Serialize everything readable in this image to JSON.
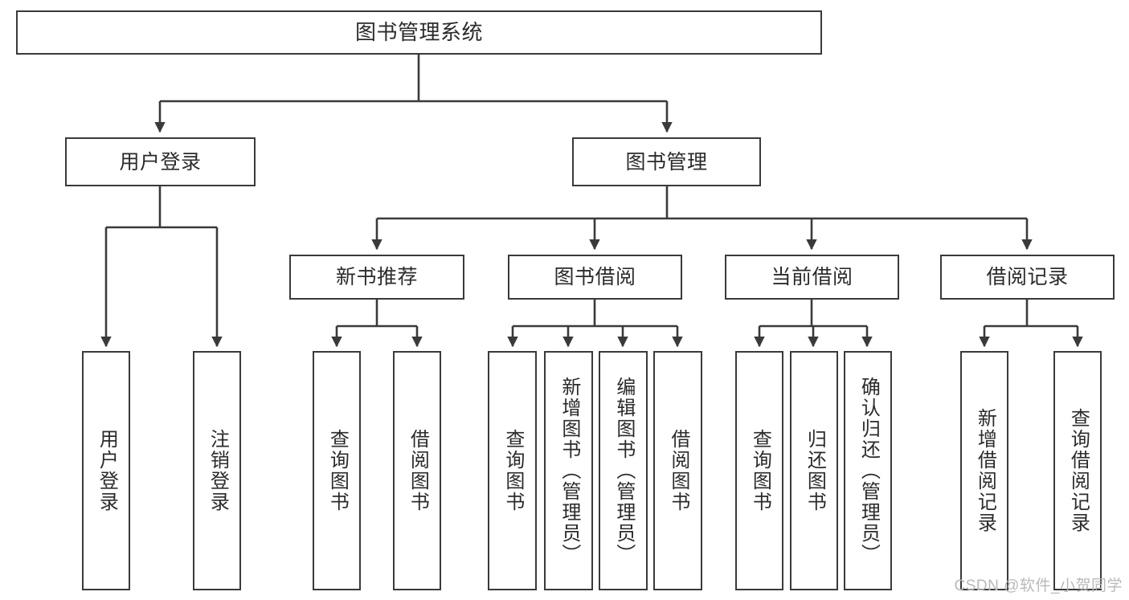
{
  "diagram": {
    "title": "图书管理系统",
    "type": "tree-hierarchy-chart",
    "theme": {
      "stroke": "#3a3a3a",
      "fill": "#ffffff",
      "text": "#2b2b2b",
      "watermark_color": "#b9b9b9"
    },
    "levels": {
      "level1": [
        "图书管理系统"
      ],
      "level2": [
        "用户登录",
        "图书管理"
      ],
      "level3": [
        "新书推荐",
        "图书借阅",
        "当前借阅",
        "借阅记录"
      ],
      "level4": [
        "用户登录",
        "注销登录",
        "查询图书",
        "借阅图书",
        "查询图书",
        "新增图书（管理员）",
        "编辑图书（管理员）",
        "借阅图书",
        "查询图书",
        "归还图书",
        "确认归还（管理员）",
        "新增借阅记录",
        "查询借阅记录"
      ]
    }
  },
  "nodes": {
    "root": {
      "label": "图书管理系统"
    },
    "user_login": {
      "label": "用户登录"
    },
    "book_manage": {
      "label": "图书管理"
    },
    "new_book_rec": {
      "label": "新书推荐"
    },
    "book_borrow": {
      "label": "图书借阅"
    },
    "current_borrow": {
      "label": "当前借阅"
    },
    "borrow_record": {
      "label": "借阅记录"
    },
    "leaf_user_login": {
      "label": "用户登录"
    },
    "leaf_logout": {
      "label": "注销登录"
    },
    "leaf_query_book_1": {
      "label": "查询图书"
    },
    "leaf_borrow_book_1": {
      "label": "借阅图书"
    },
    "leaf_query_book_2": {
      "label": "查询图书"
    },
    "leaf_add_book": {
      "label": "新增图书（管理员）"
    },
    "leaf_edit_book": {
      "label": "编辑图书（管理员）"
    },
    "leaf_borrow_book_2": {
      "label": "借阅图书"
    },
    "leaf_query_book_3": {
      "label": "查询图书"
    },
    "leaf_return_book": {
      "label": "归还图书"
    },
    "leaf_confirm_return": {
      "label": "确认归还（管理员）"
    },
    "leaf_add_record": {
      "label": "新增借阅记录"
    },
    "leaf_query_record": {
      "label": "查询借阅记录"
    }
  },
  "watermark": {
    "text": "CSDN @软件_小贺同学"
  }
}
